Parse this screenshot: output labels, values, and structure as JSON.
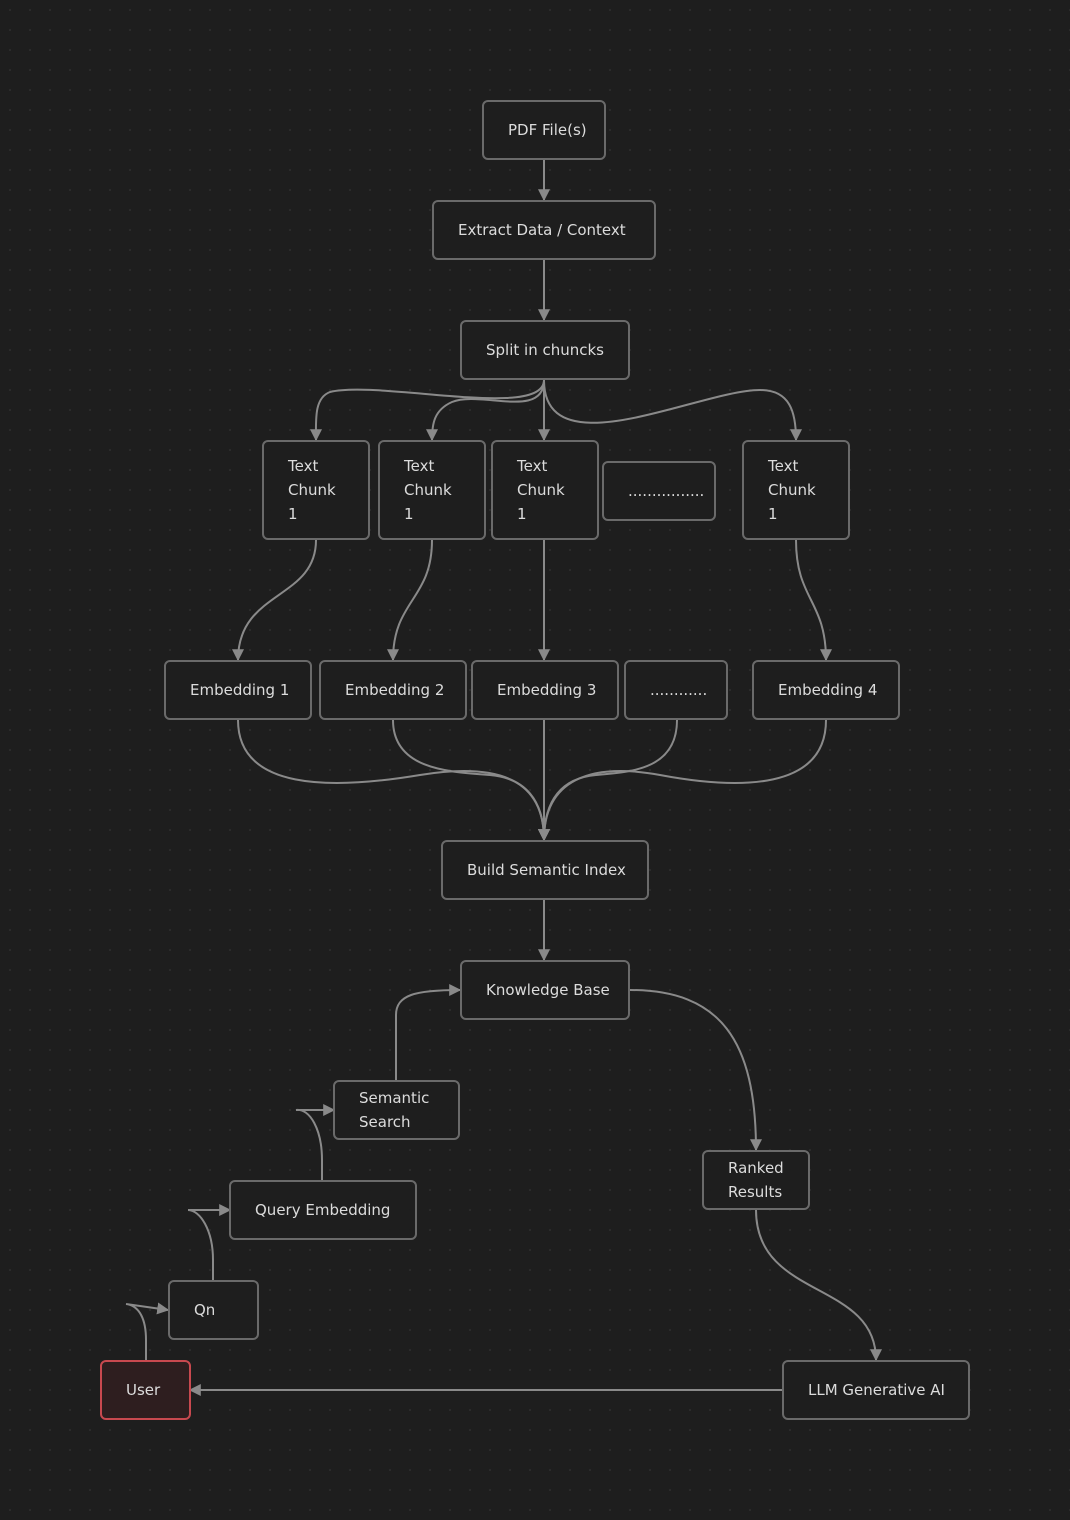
{
  "nodes": {
    "pdf": {
      "label": "PDF File(s)"
    },
    "extract": {
      "label": "Extract Data / Context"
    },
    "split": {
      "label": "Split in chuncks"
    },
    "chunk1": {
      "label": "Text\nChunk\n1"
    },
    "chunk2": {
      "label": "Text\nChunk\n1"
    },
    "chunk3": {
      "label": "Text\nChunk\n1"
    },
    "chunk_more": {
      "label": "................"
    },
    "chunk4": {
      "label": "Text\nChunk\n1"
    },
    "emb1": {
      "label": "Embedding 1"
    },
    "emb2": {
      "label": "Embedding 2"
    },
    "emb3": {
      "label": "Embedding 3"
    },
    "emb_more": {
      "label": "............"
    },
    "emb4": {
      "label": "Embedding 4"
    },
    "index": {
      "label": "Build Semantic Index"
    },
    "kb": {
      "label": "Knowledge Base"
    },
    "search": {
      "label": "Semantic\nSearch"
    },
    "ranked": {
      "label": "Ranked\nResults"
    },
    "query": {
      "label": "Query Embedding"
    },
    "qn": {
      "label": "Qn"
    },
    "user": {
      "label": "User"
    },
    "llm": {
      "label": "LLM Generative AI"
    }
  },
  "colors": {
    "background": "#1e1e1e",
    "node_border": "#6a6a6a",
    "edge": "#8a8a8a",
    "text": "#dcdcdc",
    "user_border": "#c8494f"
  }
}
